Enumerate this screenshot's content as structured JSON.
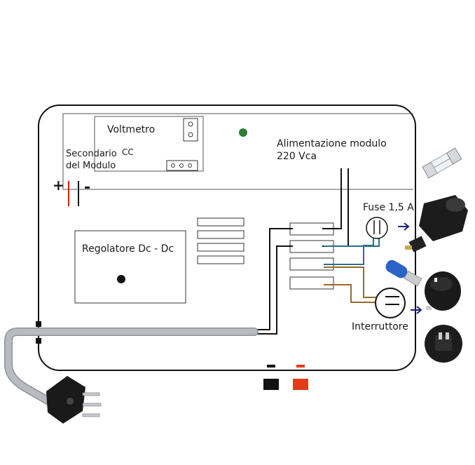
{
  "labels": {
    "voltmetro": "Voltmetro",
    "secondario_line1": "Secondario",
    "cc": "CC",
    "secondario_line2": "del Modulo",
    "alimentazione_line1": "Alimentazione modulo",
    "alimentazione_line2": "220 Vca",
    "plus": "+",
    "minus": "-",
    "fuse": "Fuse 1,5 A",
    "regolatore": "Regolatore Dc - Dc",
    "interruttore": "Interruttore"
  },
  "icons": {
    "fuse_glass": "glass-fuse-icon",
    "fuse_holder": "fuse-holder-icon",
    "spade_connector": "spade-connector-icon",
    "rocker_switch": "rocker-switch-icon",
    "rocker_switch_back": "rocker-switch-back-icon",
    "plug": "italian-plug-icon"
  },
  "colors": {
    "frame": "#111111",
    "wire_blue": "#2a6f86",
    "wire_brown": "#9a6a2a",
    "wire_red": "#cc2200",
    "cable_grey": "#b8bcc2",
    "led_green": "#2e7d32",
    "terminal_red": "#e53a1a",
    "arrow_navy": "#1a237e"
  }
}
